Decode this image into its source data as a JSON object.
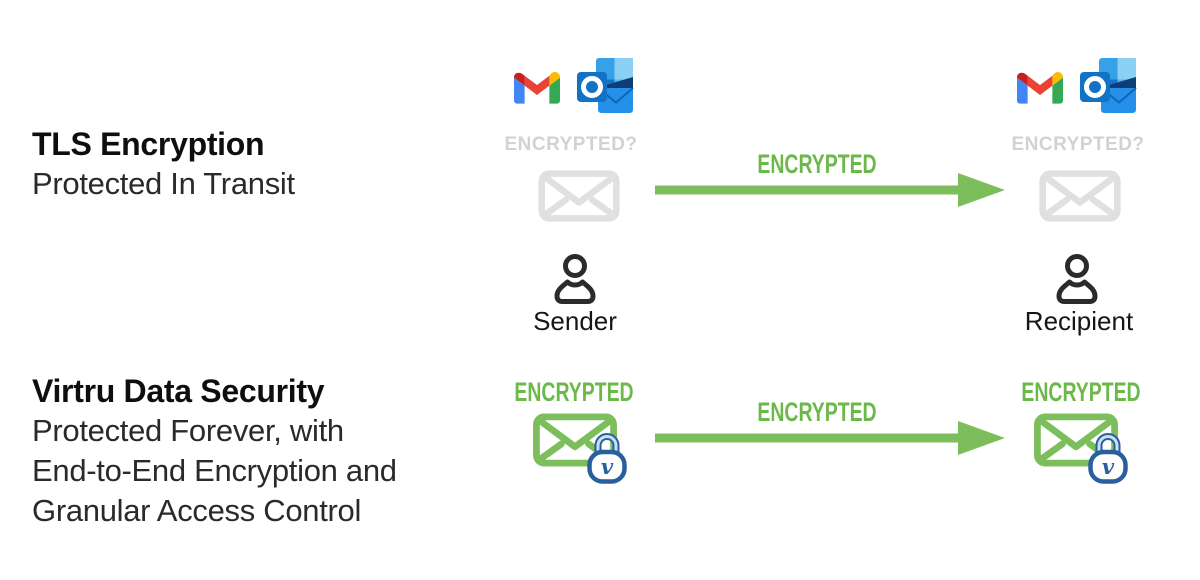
{
  "tls": {
    "title": "TLS Encryption",
    "subtitle": "Protected In Transit",
    "sender_status": "ENCRYPTED?",
    "recipient_status": "ENCRYPTED?",
    "arrow_label": "ENCRYPTED"
  },
  "virtru": {
    "title": "Virtru Data Security",
    "subtitle_line1": "Protected Forever, with",
    "subtitle_line2": "End-to-End Encryption and",
    "subtitle_line3": "Granular Access Control",
    "sender_status": "ENCRYPTED",
    "recipient_status": "ENCRYPTED",
    "arrow_label": "ENCRYPTED"
  },
  "people": {
    "sender": "Sender",
    "recipient": "Recipient"
  },
  "lock": {
    "letter": "v"
  },
  "colors": {
    "green_fill": "#7CBE5B",
    "green_label": "#6CB94A",
    "gray_label": "#D2D2D2",
    "gray_envelope": "#E0E0E0",
    "heading_text": "#0E0E0E",
    "body_text": "#2A2A2A",
    "person_icon": "#2B2B2B",
    "lock_blue": "#2A5F9E",
    "gmail_red": "#EA4335",
    "gmail_blue": "#4285F4",
    "gmail_green": "#34A853",
    "gmail_yellow": "#FBBC04",
    "outlook_blue": "#1272C6"
  }
}
